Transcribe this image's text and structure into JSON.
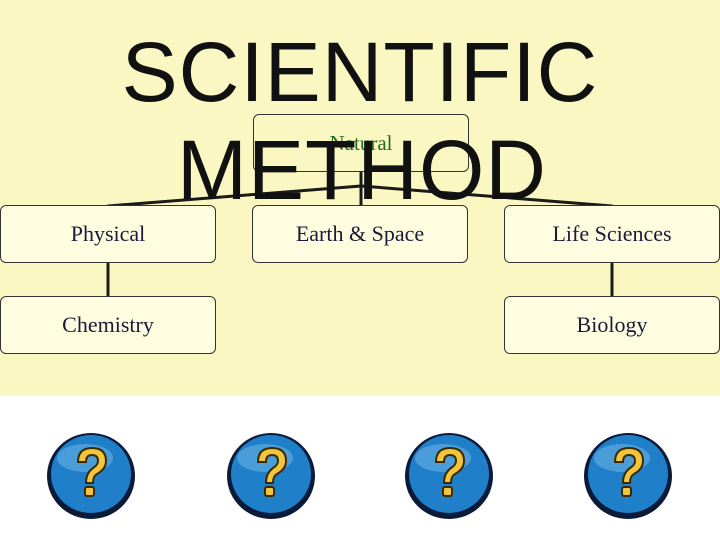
{
  "title": {
    "line1": "SCIENTIFIC",
    "line2": "METHOD"
  },
  "diagram": {
    "root": "Natural",
    "branches": [
      "Physical",
      "Earth & Space",
      "Life Sciences"
    ],
    "sub_physical": "Chemistry",
    "sub_life": "Biology"
  },
  "help_buttons": [
    {
      "icon": "question-mark-icon"
    },
    {
      "icon": "question-mark-icon"
    },
    {
      "icon": "question-mark-icon"
    },
    {
      "icon": "question-mark-icon"
    }
  ],
  "colors": {
    "panel": "#fbf7c3",
    "root_text": "#1f6b1f",
    "button_fill": "#1f7fc8",
    "question_mark": "#f3c43c"
  }
}
